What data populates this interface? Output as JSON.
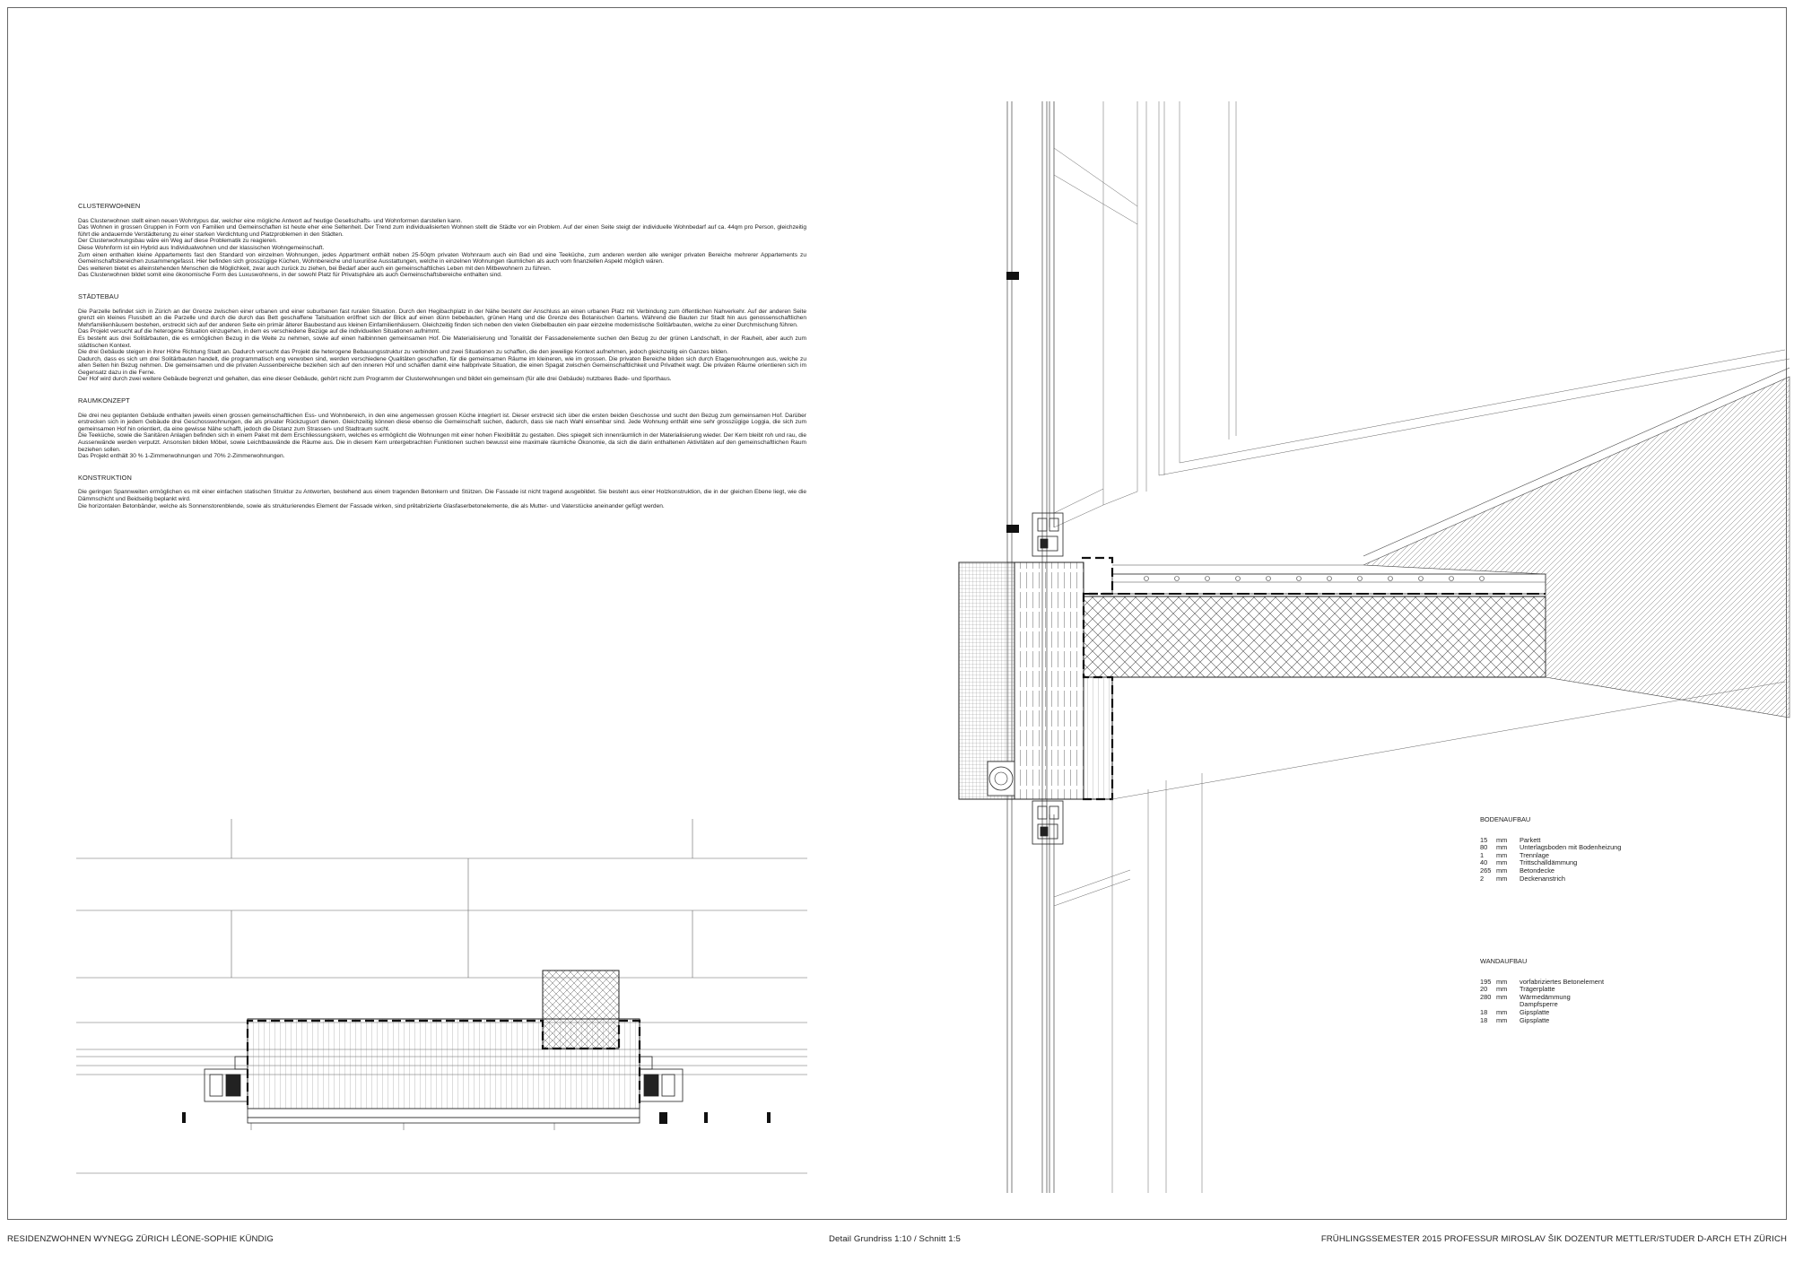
{
  "sections": [
    {
      "heading": "CLUSTERWOHNEN",
      "paragraphs": [
        "Das Clusterwohnen stellt einen neuen Wohntypus dar, welcher eine mögliche Antwort auf heutige Gesellschafts- und Wohnformen darstellen kann.",
        "Das Wohnen in grossen Gruppen in Form von Familien und Gemeinschaften ist heute eher eine Seltenheit. Der Trend zum individualisierten Wohnen stellt die Städte vor ein Problem. Auf der einen Seite steigt der individuelle Wohnbedarf auf ca. 44qm pro Person, gleichzeitig führt die andauernde Verstädterung zu einer starken Verdichtung und Platzproblemen in den Städten.",
        "Der Clusterwohnungsbau wäre ein Weg auf diese Problematik zu reagieren.",
        "Diese Wohnform ist ein Hybrid aus Individualwohnen und der klassischen Wohngemeinschaft.",
        "Zum einen enthalten kleine Appartements fast den Standard von einzelnen Wohnungen, jedes Appartment enthält neben 25-50qm privaten Wohnraum auch ein Bad und eine Teeküche, zum anderen werden alle weniger privaten Bereiche mehrerer Appartements zu Gemeinschaftsbereichen zusammengefasst. Hier befinden sich grosszügige Küchen, Wohnbereiche und luxuriöse Ausstattungen, welche in einzelnen Wohnungen räumlichen als auch vom finanziellen Aspekt möglich wären.",
        "Des weiteren bietet es alleinstehenden Menschen die Möglichkeit, zwar auch zurück zu ziehen, bei Bedarf aber auch ein gemeinschaftliches Leben mit den Mitbewohnern zu führen.",
        "Das Clusterwohnen bildet somit eine ökonomische Form des Luxuswohnens, in der sowohl Platz für Privatsphäre als auch Gemeinschaftsbereiche enthalten sind."
      ]
    },
    {
      "heading": "STÄDTEBAU",
      "paragraphs": [
        "Die Parzelle befindet sich in Zürich an der Grenze zwischen einer urbanen und einer suburbanen fast ruralen Situation. Durch den Hegibachplatz in der Nähe besteht der Anschluss an einen urbanen Platz mit Verbindung zum öffentlichen Nahverkehr. Auf der anderen Seite grenzt ein kleines Flussbett an die Parzelle und durch die durch das Bett geschaffene Talsituation eröffnet sich der Blick auf einen dünn bebebauten, grünen Hang und die Grenze des Botanischen Gartens. Während die Bauten zur Stadt hin aus genossenschaftlichen Mehrfamilienhäusern bestehen, erstreckt sich auf der anderen Seite ein primär älterer Baubestand aus kleinen Einfamilienhäusern. Gleichzeitig finden sich neben den vielen Giebelbauten ein paar einzelne modernistische Solitärbauten, welche zu einer Durchmischung führen.",
        "Das Projekt versucht auf die heterogene Situation einzugehen, in dem es verschiedene Bezüge auf die individuellen Situationen aufnimmt.",
        "Es besteht aus drei Solitärbauten, die es ermöglichen Bezug in die Weite zu nehmen, sowie auf einen halbinnnen gemeinsamen Hof. Die Materialisierung und Tonalität der Fassadenelemente suchen den Bezug zu der grünen Landschaft, in der Rauheit, aber auch zum städtischen Kontext.",
        "Die drei Gebäude steigen in ihrer Höhe Richtung Stadt an. Dadurch versucht das Projekt die heterogene Bebauungsstruktur zu verbinden und zwei Situationen zu schaffen, die den jeweilige Kontext aufnehmen, jedoch gleichzeitig ein Ganzes bilden.",
        "Dadurch, dass es sich um drei Solitärbauten handelt, die programmatisch eng verwoben sind, werden verschiedene Qualitäten geschaffen, für die gemeinsamen Räume im kleineren, wie im grossen. Die privaten Bereiche bilden sich durch Etagenwohnungen aus, welche zu allen Seiten hin Bezug nehmen. Die gemeinsamen und die privaten Aussenbereiche beziehen sich auf den inneren Hof und schaffen damit eine halbprivate Situation, die einen Spagat zwischen Gemeinschaftlichkeit und Privatheit wagt. Die privaten Räume orientieren sich im Gegensatz dazu in die Ferne.",
        "Der Hof wird durch zwei weitere Gebäude begrenzt und gehalten, das eine dieser Gebäude, gehört nicht zum Programm der Clusterwohnungen und bildet ein gemeinsam (für alle drei Gebäude) nutzbares Bade- und Sporthaus."
      ]
    },
    {
      "heading": "RAUMKONZEPT",
      "paragraphs": [
        "Die drei neu geplanten Gebäude enthalten jeweils einen grossen gemeinschaftlichen Ess- und Wohnbereich, in den eine angemessen grossen Küche integriert ist. Dieser erstreckt sich über die ersten beiden Geschosse und sucht den Bezug zum gemeinsamen Hof. Darüber erstrecken sich in jedem Gebäude drei Geschosswohnungen, die als privater Rückzugsort dienen. Gleichzeitig können diese ebenso die Gemeinschaft suchen, dadurch, dass sie nach Wahl einsehbar sind. Jede Wohnung enthält eine sehr grosszügige Loggia, die sich zum gemeinsamen Hof hin orientiert, da eine gewisse Nähe schafft, jedoch die Distanz zum Strassen- und Stadtraum sucht.",
        "Die Teeküche, sowie die Sanitären Anlagen befinden sich in einem Paket mit dem Erschliessungskern, welches es ermöglicht die Wohnungen mit einer hohen Flexibilität zu gestalten. Dies spiegelt sich innenräumlich in der Materialisierung wieder. Der Kern bleibt roh und rau, die Aussenwände werden verputzt. Ansonsten bilden Möbel, sowie Leichtbauwände die Räume aus. Die in diesem Kern untergebrachten Funktionen suchen bewusst eine maximale räumliche Ökonomie, da sich die darin enthaltenen Aktivitäten auf den gemeinschaftlichen Raum beziehen sollen.",
        "Das Projekt enthält 30 % 1-Zimmerwohnungen und 70% 2-Zimmerwohnungen."
      ]
    },
    {
      "heading": "KONSTRUKTION",
      "paragraphs": [
        "Die geringen Spannweiten ermöglichen es mit einer einfachen statischen Struktur zu Antworten, bestehend aus einem tragenden Betonkern und Stützen. Die Fassade ist nicht tragend ausgebildet. Sie besteht aus einer Holzkonstruktion, die in der gleichen Ebene liegt, wie die Dämmschicht und Beidseitig beplankt wird.",
        "Die horizontalen Betonbänder, welche als Sonnenstorenblende, sowie als strukturierendes Element der Fassade wirken, sind prêtabrizierte Glasfaserbetonelemente, die als Mutter- und Vaterstücke aneinander gefügt werden."
      ]
    }
  ],
  "bodenaufbau": {
    "title": "BODENAUFBAU",
    "rows": [
      {
        "value": "15",
        "unit": "mm",
        "label": "Parkett"
      },
      {
        "value": "80",
        "unit": "mm",
        "label": "Unterlagsboden mit Bodenheizung"
      },
      {
        "value": "1",
        "unit": "mm",
        "label": "Trennlage"
      },
      {
        "value": "40",
        "unit": "mm",
        "label": "Trittschalldämmung"
      },
      {
        "value": "265",
        "unit": "mm",
        "label": "Betondecke"
      },
      {
        "value": "2",
        "unit": "mm",
        "label": "Deckenanstrich"
      }
    ]
  },
  "wandaufbau": {
    "title": "WANDAUFBAU",
    "rows": [
      {
        "value": "195",
        "unit": "mm",
        "label": "vorfabriziertes Betonelement"
      },
      {
        "value": "20",
        "unit": "mm",
        "label": "Trägerplatte"
      },
      {
        "value": "280",
        "unit": "mm",
        "label": "Wärmedämmung"
      },
      {
        "value": "",
        "unit": "",
        "label": "Dampfsperre"
      },
      {
        "value": "18",
        "unit": "mm",
        "label": "Gipsplatte"
      },
      {
        "value": "18",
        "unit": "mm",
        "label": "Gipsplatte"
      }
    ]
  },
  "footer": {
    "left": "RESIDENZWOHNEN WYNEGG ZÜRICH  LÉONE-SOPHIE KÜNDIG",
    "center": "Detail Grundriss 1:10 / Schnitt 1:5",
    "right": "FRÜHLINGSSEMESTER 2015 PROFESSUR MIROSLAV ŠIK DOZENTUR METTLER/STUDER D-ARCH ETH ZÜRICH"
  },
  "colors": {
    "line": "#222222",
    "thin_line": "#555555",
    "hatch": "#444444",
    "border": "#666666"
  }
}
